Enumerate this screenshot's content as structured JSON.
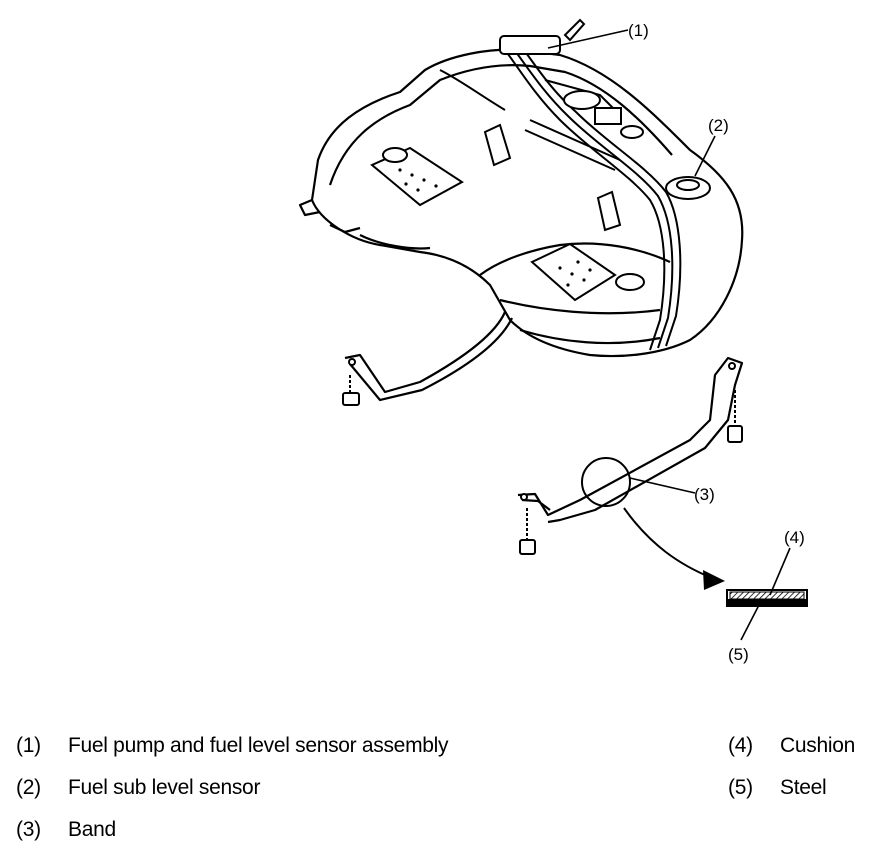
{
  "callouts": [
    {
      "id": "1",
      "label": "(1)"
    },
    {
      "id": "2",
      "label": "(2)"
    },
    {
      "id": "3",
      "label": "(3)"
    },
    {
      "id": "4",
      "label": "(4)"
    },
    {
      "id": "5",
      "label": "(5)"
    }
  ],
  "legend": [
    {
      "num": "(1)",
      "text": "Fuel pump and fuel level sensor assembly"
    },
    {
      "num": "(2)",
      "text": "Fuel sub level sensor"
    },
    {
      "num": "(3)",
      "text": "Band"
    },
    {
      "num": "(4)",
      "text": "Cushion"
    },
    {
      "num": "(5)",
      "text": "Steel"
    }
  ]
}
